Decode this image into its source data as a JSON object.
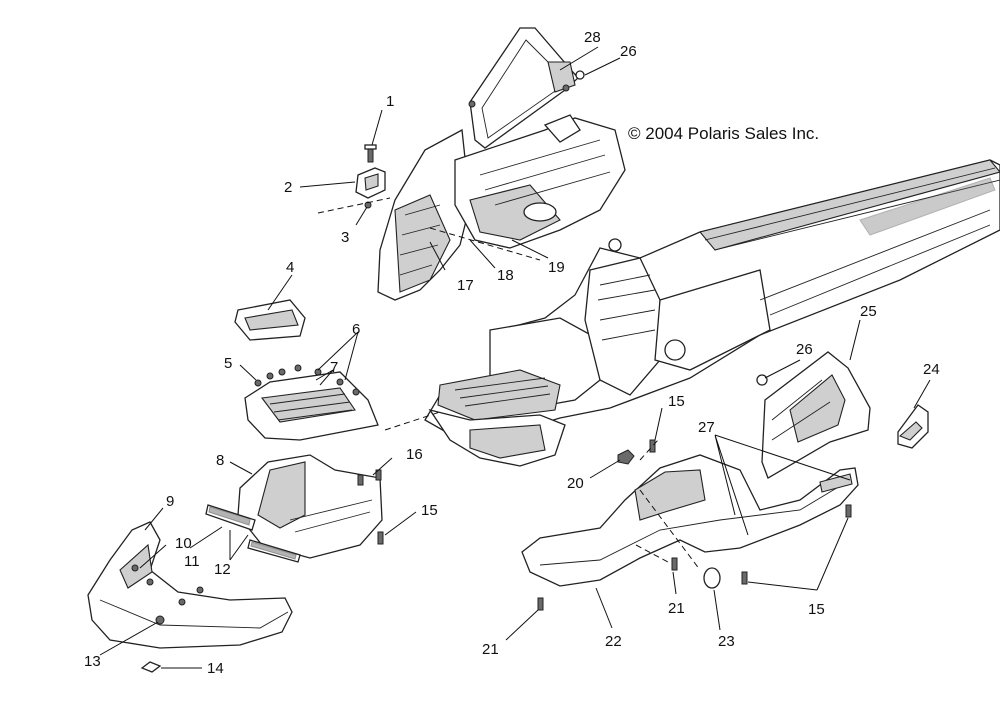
{
  "copyright": "© 2004 Polaris Sales Inc.",
  "callouts": [
    "1",
    "2",
    "3",
    "4",
    "5",
    "6",
    "7",
    "8",
    "9",
    "10",
    "11",
    "12",
    "13",
    "14",
    "15",
    "15",
    "15",
    "16",
    "17",
    "18",
    "19",
    "20",
    "21",
    "21",
    "22",
    "23",
    "24",
    "25",
    "26",
    "26",
    "27",
    "28"
  ]
}
